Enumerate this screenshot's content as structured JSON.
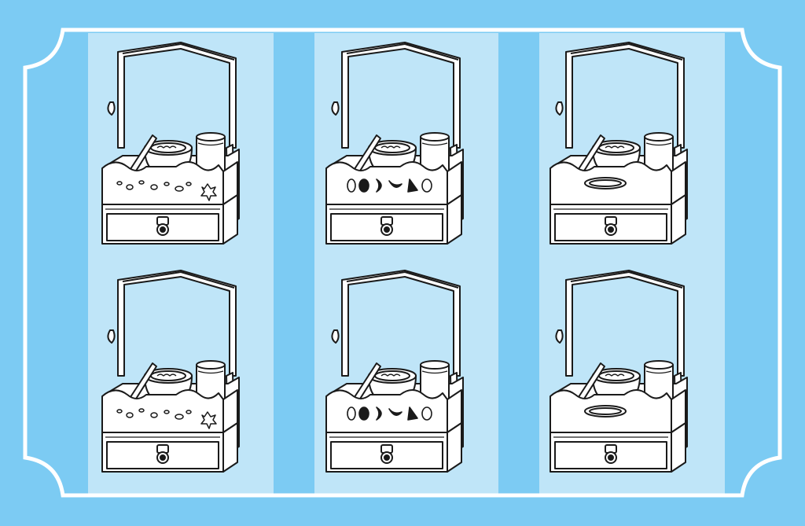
{
  "colors": {
    "outer_background": "#7ccbf3",
    "panel_stripe_light": "#bfe5f8",
    "panel_stripe_dark": "#7ccbf3",
    "frame_border": "#ffffff",
    "line_art_stroke": "#1a1a1a",
    "line_art_fill": "#ffffff"
  },
  "grid": {
    "rows": 2,
    "columns": 3,
    "items": [
      {
        "variant": "flower-cutouts"
      },
      {
        "variant": "moon-phase-cutouts"
      },
      {
        "variant": "oval-handle-slot"
      },
      {
        "variant": "flower-cutouts"
      },
      {
        "variant": "moon-phase-cutouts"
      },
      {
        "variant": "oval-handle-slot"
      }
    ]
  }
}
